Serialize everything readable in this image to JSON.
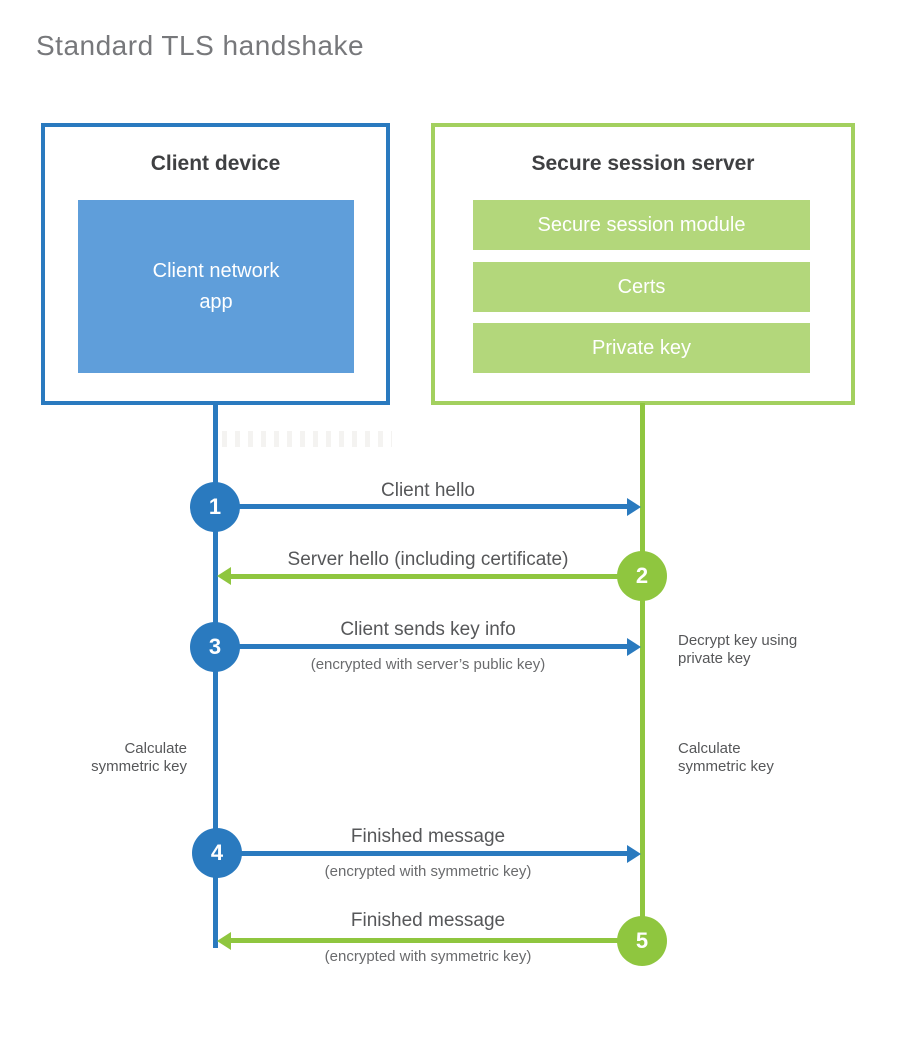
{
  "page": {
    "title": "Standard TLS handshake"
  },
  "colors": {
    "blue": "#2a7abf",
    "blue_fill": "#5f9eda",
    "green": "#8fc63f",
    "green_border": "#a3d05f",
    "green_fill": "#b3d77b",
    "title_gray": "#77787b",
    "heading_dark": "#3f4042",
    "label_gray": "#565759",
    "sublabel_gray": "#6a6b6d"
  },
  "client": {
    "title": "Client device",
    "app_line1": "Client network",
    "app_line2": "app"
  },
  "server": {
    "title": "Secure session server",
    "modules": [
      "Secure session module",
      "Certs",
      "Private key"
    ]
  },
  "steps": [
    {
      "num": "1",
      "label": "Client hello",
      "sub": "",
      "direction": "client-to-server"
    },
    {
      "num": "2",
      "label": "Server hello (including certificate)",
      "sub": "",
      "direction": "server-to-client"
    },
    {
      "num": "3",
      "label": "Client sends key info",
      "sub": "(encrypted with server’s public key)",
      "direction": "client-to-server"
    },
    {
      "num": "4",
      "label": "Finished message",
      "sub": "(encrypted with symmetric key)",
      "direction": "client-to-server"
    },
    {
      "num": "5",
      "label": "Finished message",
      "sub": "(encrypted with symmetric key)",
      "direction": "server-to-client"
    }
  ],
  "notes": {
    "decrypt": {
      "l1": "Decrypt key using",
      "l2": "private key"
    },
    "calc_left": {
      "l1": "Calculate",
      "l2": "symmetric key"
    },
    "calc_right": {
      "l1": "Calculate",
      "l2": "symmetric key"
    }
  }
}
